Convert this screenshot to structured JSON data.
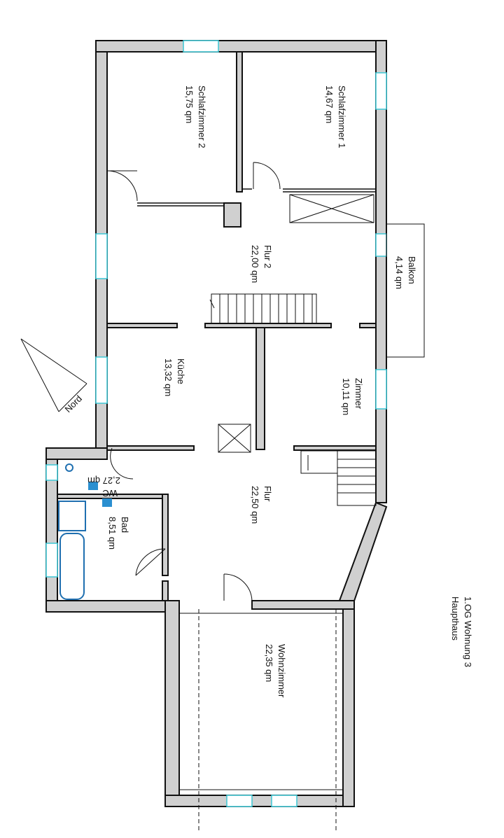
{
  "plan": {
    "title_line1": "1.OG Wohnung 3",
    "title_line2": "Haupthaus",
    "north_label": "Nord"
  },
  "rooms": {
    "schlafzimmer2": {
      "name": "Schlafzimmer 2",
      "area": "15,75 qm"
    },
    "schlafzimmer1": {
      "name": "Schlafzimmer 1",
      "area": "14,67 qm"
    },
    "flur2": {
      "name": "Flur 2",
      "area": "22,00 qm"
    },
    "balkon": {
      "name": "Balkon",
      "area": "4,14 qm"
    },
    "kueche": {
      "name": "Küche",
      "area": "13,32 qm"
    },
    "zimmer": {
      "name": "Zimmer",
      "area": "10,11 qm"
    },
    "wc": {
      "name": "WC",
      "area": "2,27 qm"
    },
    "bad": {
      "name": "Bad",
      "area": "8,51 qm"
    },
    "flur": {
      "name": "Flur",
      "area": "22,50 qm"
    },
    "wohnzimmer": {
      "name": "Wohnzimmer",
      "area": "22,35 qm"
    }
  },
  "colors": {
    "wall_fill": "#d0d0d0",
    "window": "#3cc7d6",
    "fixtures": "#1f6fb0"
  }
}
